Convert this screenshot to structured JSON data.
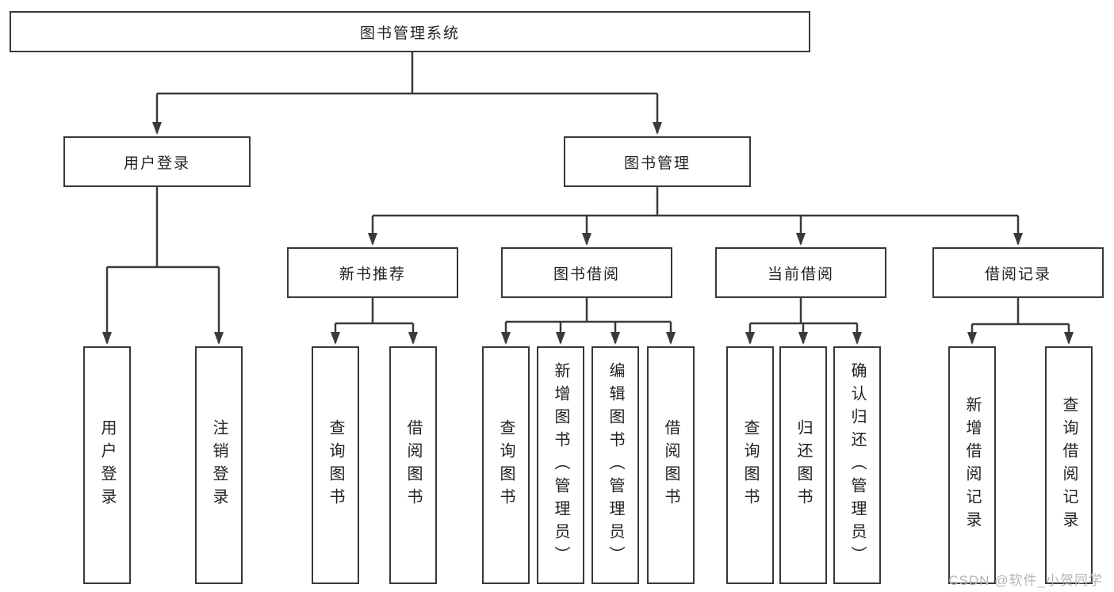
{
  "tree": {
    "root": {
      "label": "图书管理系统",
      "children": [
        {
          "label": "用户登录",
          "children": [
            {
              "label": "用户登录"
            },
            {
              "label": "注销登录"
            }
          ]
        },
        {
          "label": "图书管理",
          "children": [
            {
              "label": "新书推荐",
              "children": [
                {
                  "label": "查询图书"
                },
                {
                  "label": "借阅图书"
                }
              ]
            },
            {
              "label": "图书借阅",
              "children": [
                {
                  "label": "查询图书"
                },
                {
                  "label": "新增图书（管理员）"
                },
                {
                  "label": "编辑图书（管理员）"
                },
                {
                  "label": "借阅图书"
                }
              ]
            },
            {
              "label": "当前借阅",
              "children": [
                {
                  "label": "查询图书"
                },
                {
                  "label": "归还图书"
                },
                {
                  "label": "确认归还（管理员）"
                }
              ]
            },
            {
              "label": "借阅记录",
              "children": [
                {
                  "label": "新增借阅记录"
                },
                {
                  "label": "查询借阅记录"
                }
              ]
            }
          ]
        }
      ]
    }
  },
  "watermark": {
    "text": "CSDN @软件_小贺同学",
    "color": "#b5b5b5"
  },
  "colors": {
    "line": "#3a3a3a",
    "border": "#383838",
    "text": "#222222",
    "background": "#ffffff"
  }
}
